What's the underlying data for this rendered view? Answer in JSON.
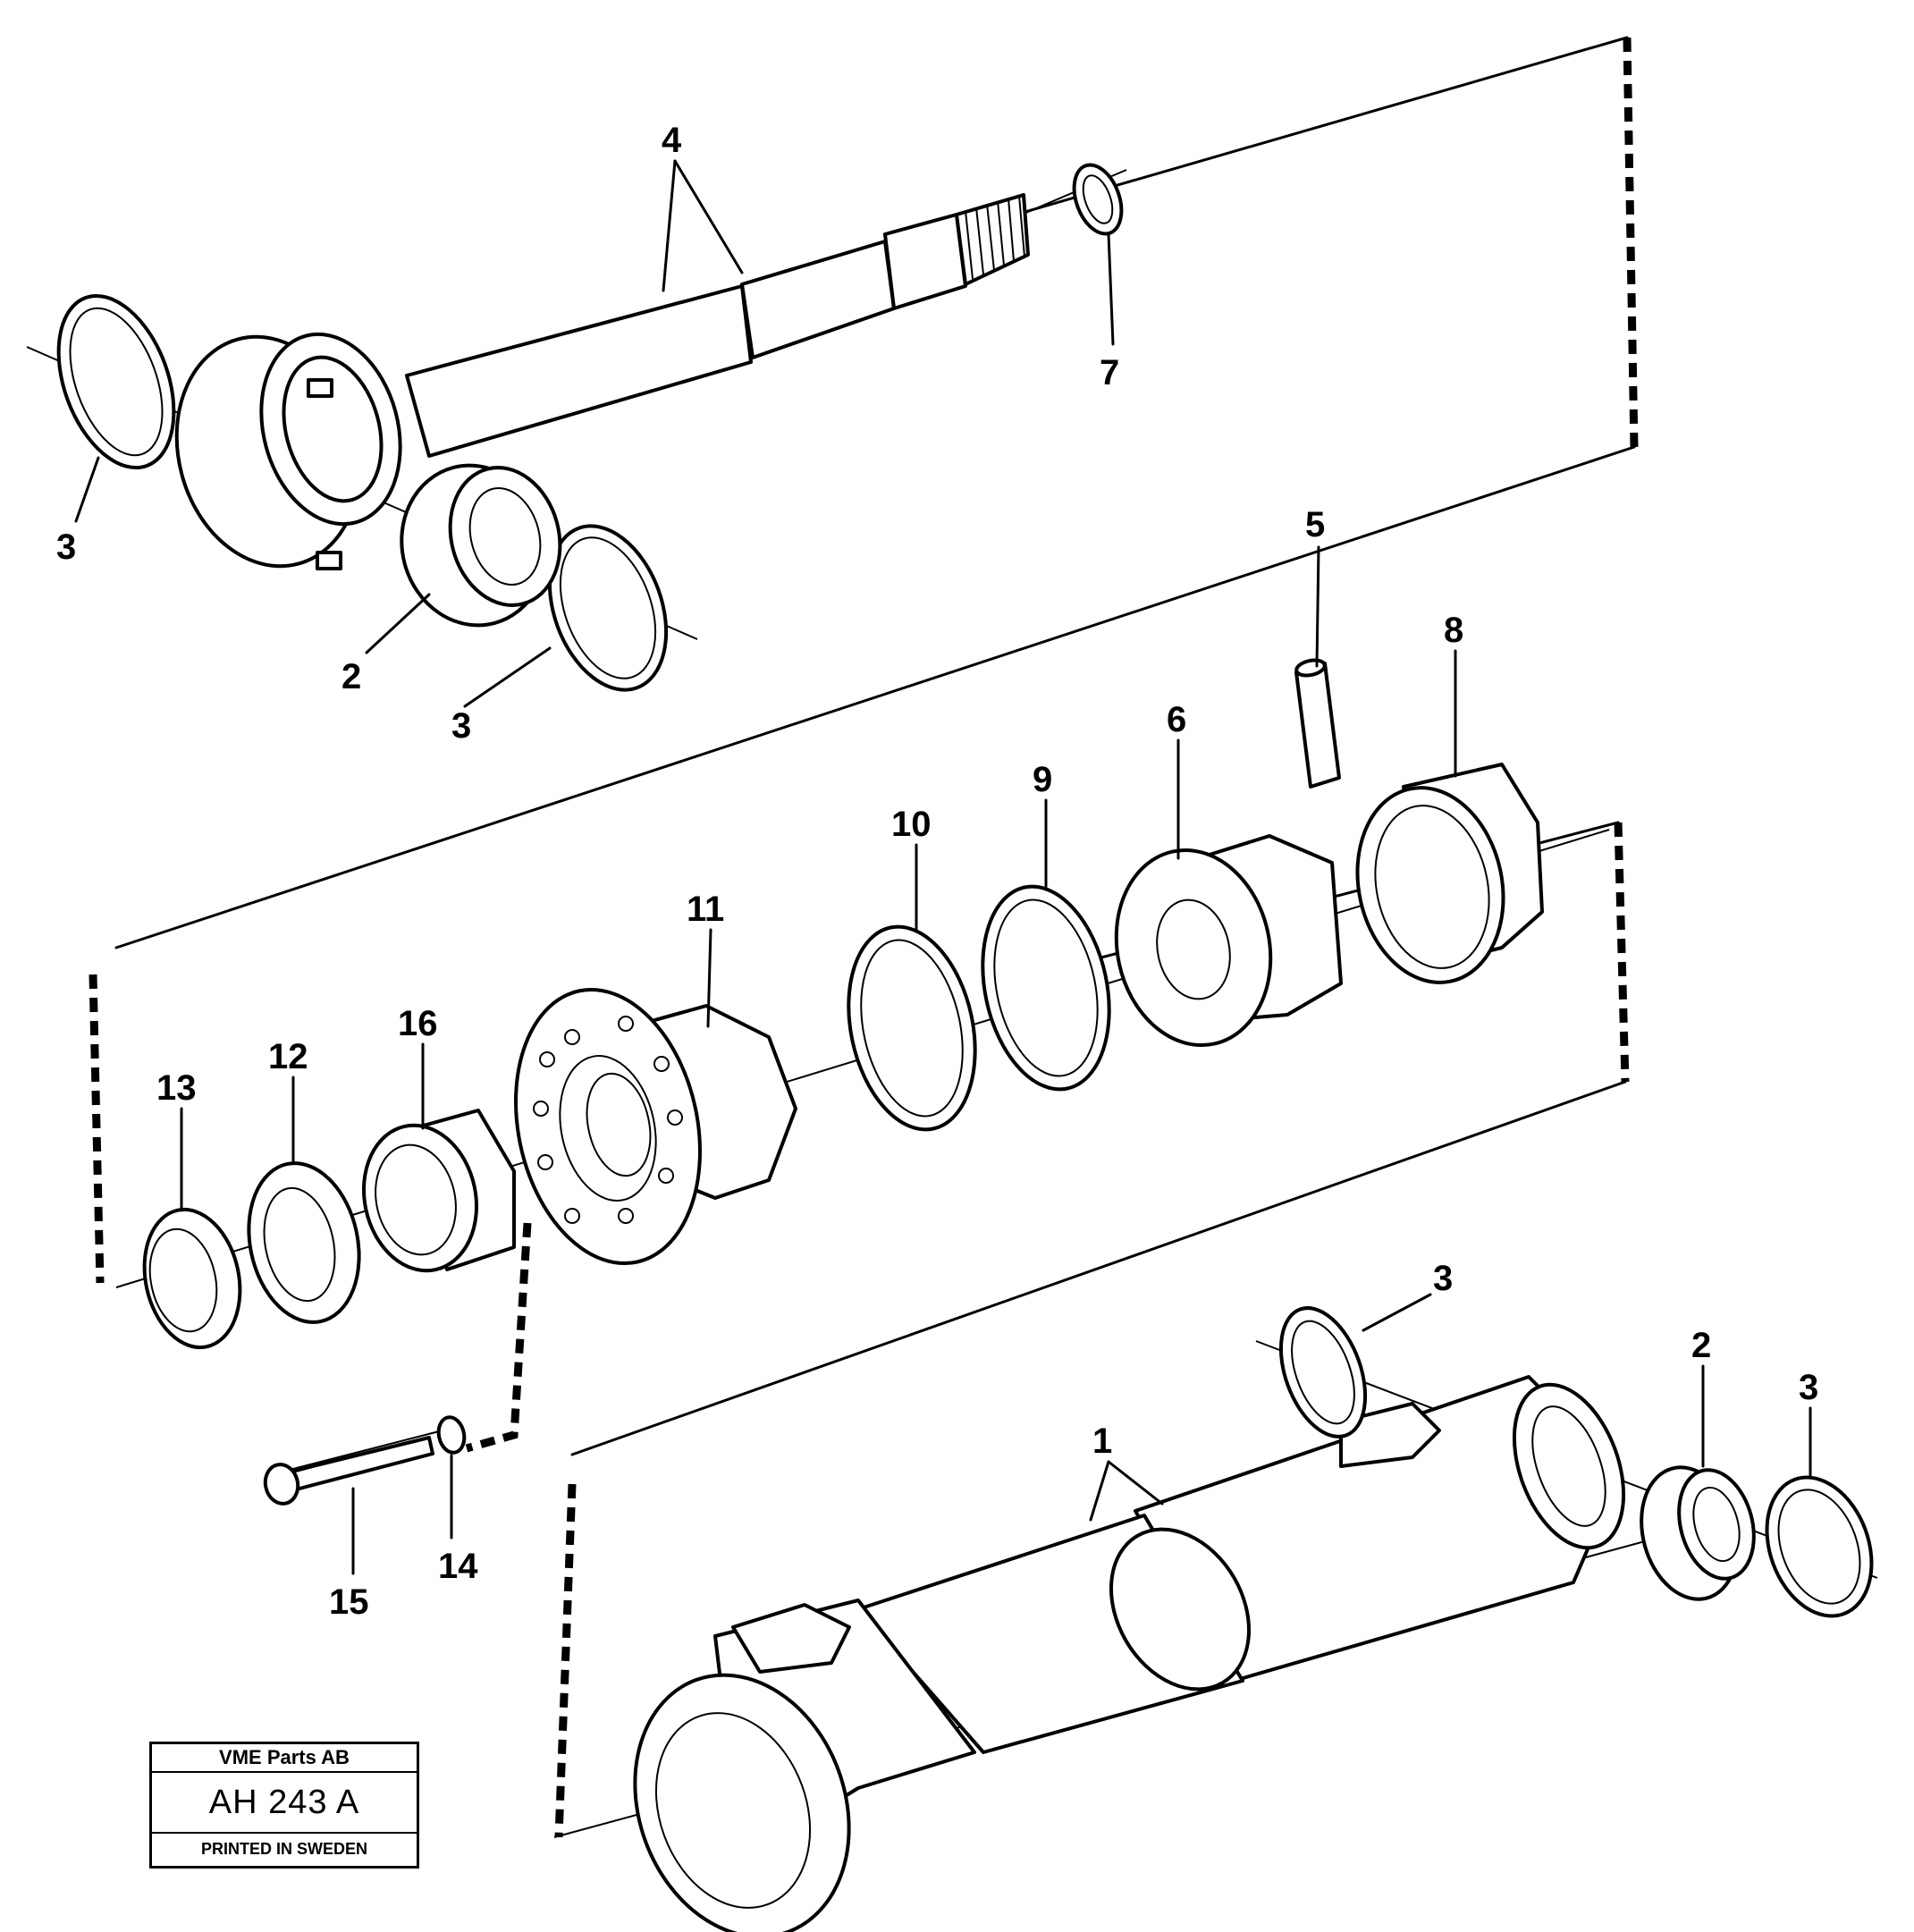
{
  "stamp": {
    "company": "VME Parts AB",
    "drawing_code": "AH 243  A",
    "printed": "PRINTED IN SWEDEN"
  },
  "labels": {
    "p1": "1",
    "p2a": "2",
    "p2b": "2",
    "p3a": "3",
    "p3b": "3",
    "p3c": "3",
    "p3d": "3",
    "p4": "4",
    "p5": "5",
    "p6": "6",
    "p7": "7",
    "p8": "8",
    "p9": "9",
    "p10": "10",
    "p11": "11",
    "p12": "12",
    "p13": "13",
    "p14": "14",
    "p15": "15",
    "p16": "16"
  }
}
